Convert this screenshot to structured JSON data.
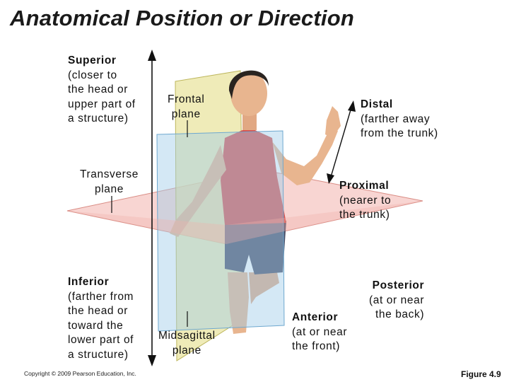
{
  "title": "Anatomical Position or Direction",
  "labels": {
    "superior": {
      "term": "Superior",
      "desc": [
        "(closer to",
        "the head or",
        "upper part of",
        "a structure)"
      ]
    },
    "inferior": {
      "term": "Inferior",
      "desc": [
        "(farther from",
        "the head or",
        "toward the",
        "lower part of",
        "a structure)"
      ]
    },
    "frontal_plane": [
      "Frontal",
      "plane"
    ],
    "transverse_plane": [
      "Transverse",
      "plane"
    ],
    "midsagittal_plane": [
      "Midsagittal",
      "plane"
    ],
    "distal": {
      "term": "Distal",
      "desc": [
        "(farther away",
        "from the trunk)"
      ]
    },
    "proximal": {
      "term": "Proximal",
      "desc": [
        "(nearer to",
        "the trunk)"
      ]
    },
    "posterior": {
      "term": "Posterior",
      "desc": [
        "(at or near",
        "the back)"
      ]
    },
    "anterior": {
      "term": "Anterior",
      "desc": [
        "(at or near",
        "the front)"
      ]
    }
  },
  "copyright": "Copyright © 2009 Pearson Education, Inc.",
  "figure": "Figure 4.9",
  "colors": {
    "frontal_plane": "#9fcbe8",
    "transverse_plane": "#f2b3ad",
    "midsagittal_plane": "#e8e39a",
    "tank_top": "#d9534f",
    "shorts": "#4a4e66",
    "skin": "#e8b58f",
    "hair": "#2a2420"
  }
}
